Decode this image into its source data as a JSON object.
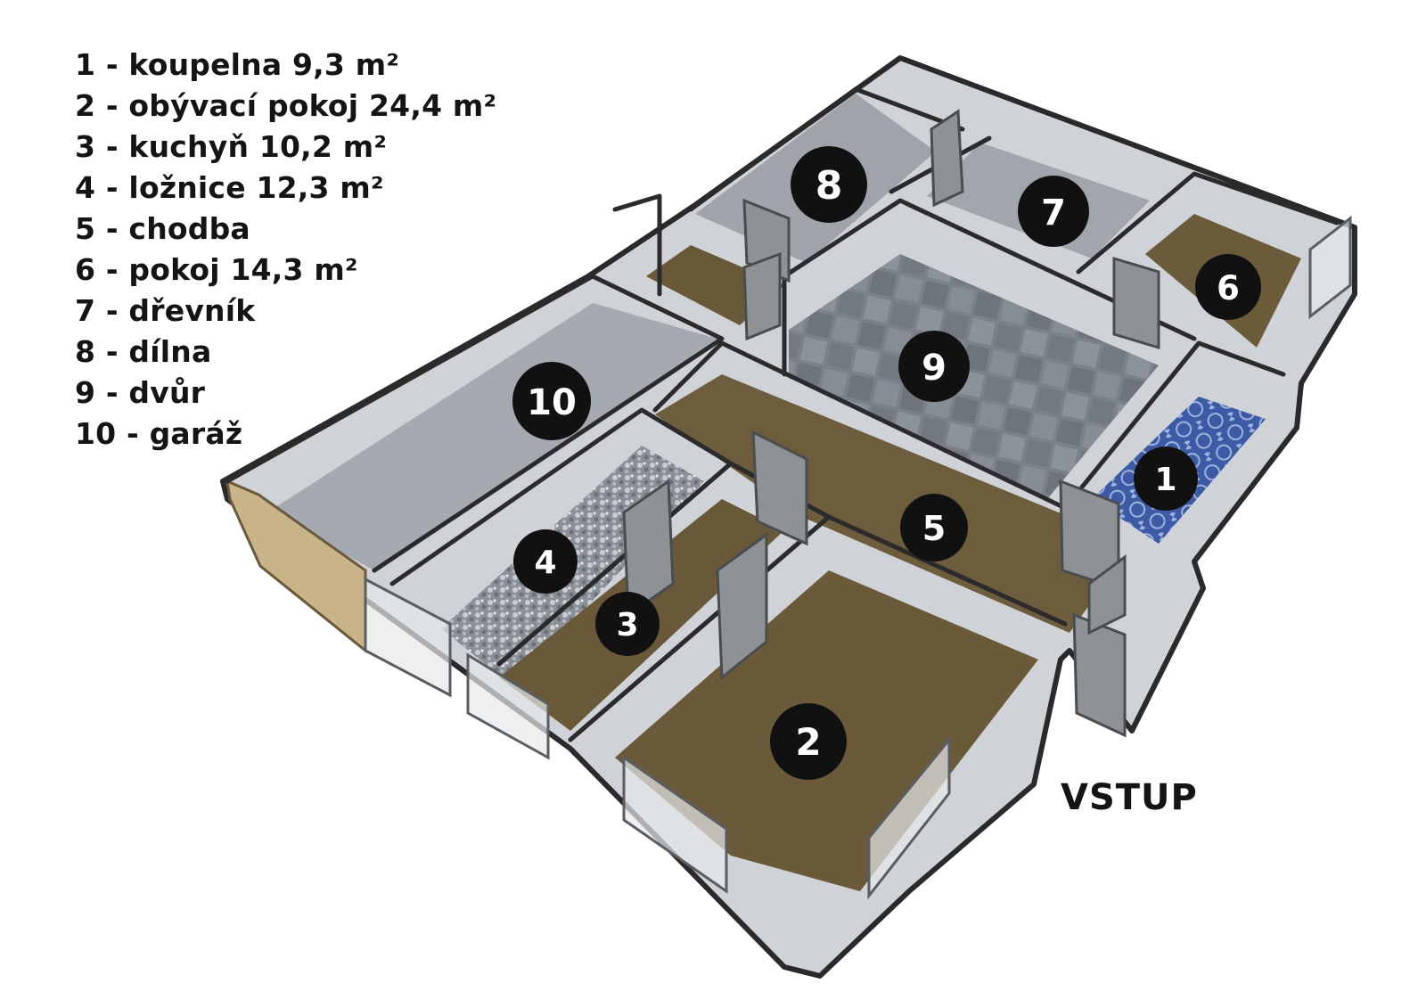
{
  "legend": {
    "items": [
      "1 - koupelna 9,3 m²",
      "2 - obývací pokoj 24,4 m²",
      "3 - kuchyň 10,2 m²",
      "4 - ložnice 12,3 m²",
      "5 - chodba",
      "6 - pokoj 14,3 m²",
      "7 - dřevník",
      "8 - dílna",
      "9 - dvůr",
      "10 - garáž"
    ]
  },
  "badges": [
    "1",
    "2",
    "3",
    "4",
    "5",
    "6",
    "7",
    "8",
    "9",
    "10"
  ],
  "entrance_label": "VSTUP",
  "colors": {
    "wall_top": "#2b2b2b",
    "wall_side": "#c9ccd0",
    "wood_floor": "#6b5a3a",
    "concrete_floor": "#a3a9ae",
    "courtyard_floor": "#7d838a",
    "gravel_floor": "#9aa0a6",
    "tile_floor": "#3f5fa8",
    "badge": "#111111"
  }
}
